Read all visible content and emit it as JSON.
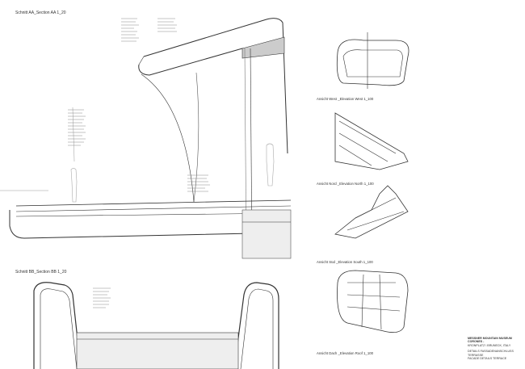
{
  "sections": {
    "aa": "Schnitt AA_Section AA 1_20",
    "bb": "Schnitt BB_Section BB 1_20"
  },
  "elevations": {
    "west": "Ansicht West _Elevation West 1_100",
    "north": "Ansicht Nord _Elevation North 1_100",
    "south": "Ansicht Süd _Elevation South 1_100",
    "roof": "Ansicht Dach _Elevation Roof 1_100"
  },
  "title_block": {
    "project": "MESSNER MOUNTAIN MUSEUM",
    "name": "CORONES -",
    "location": "KRONPLATZ \\ BRUNECK, ITALY",
    "drawing_de": "DETAILS FASSADENANSCHLUSS TERRASSE",
    "drawing_en": "FACADE DETAILS TERRACE"
  }
}
